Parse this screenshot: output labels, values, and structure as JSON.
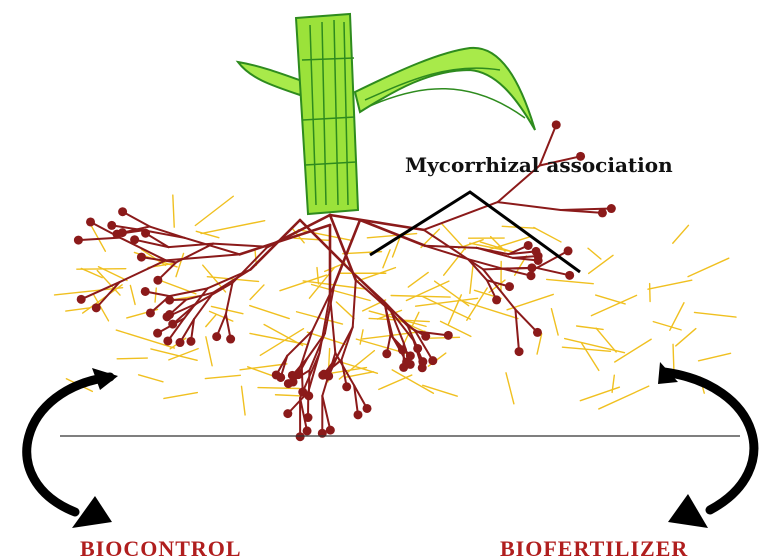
{
  "diagram": {
    "annotation_label": "Mycorrhizal association",
    "left_outcome": "BIOCONTROL",
    "right_outcome": "BIOFERTILIZER"
  },
  "colors": {
    "stem": "#9be23a",
    "stem_dark": "#2e8b1e",
    "leaf": "#a8ea4a",
    "root": "#8b1a1a",
    "hyphae": "#f0c020",
    "outcome_text": "#b01e1e",
    "arrow": "#000000"
  }
}
